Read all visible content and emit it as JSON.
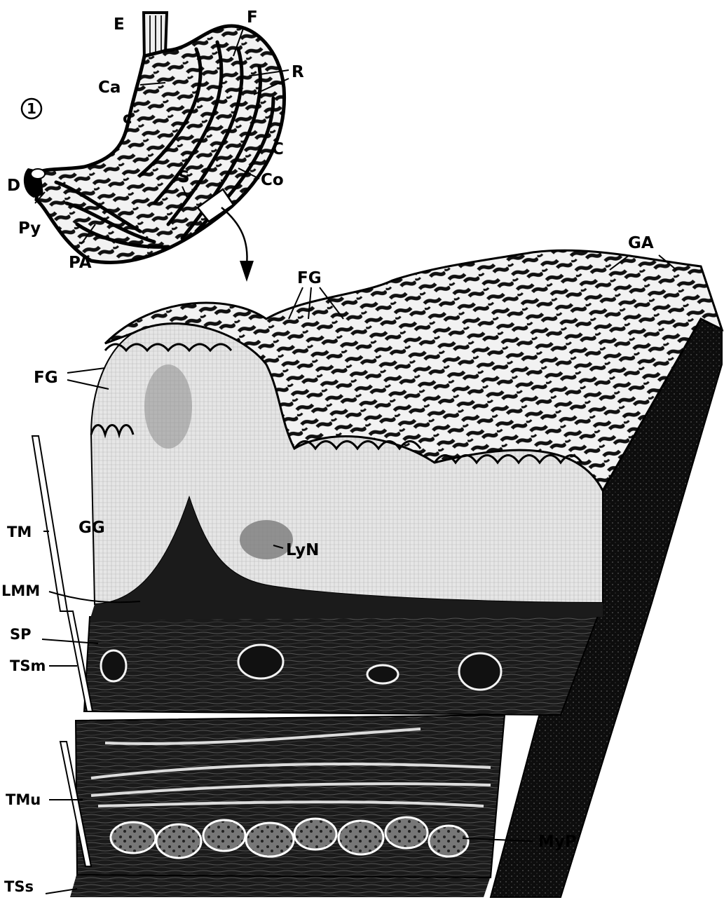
{
  "figure": {
    "figure_number": "1",
    "stomach_labels": {
      "E": "E",
      "F": "F",
      "R": "R",
      "Ca": "Ca",
      "c": "c",
      "C": "C",
      "Co": "Co",
      "S": "S",
      "D": "D",
      "Py": "Py",
      "PA": "PA"
    },
    "section_labels": {
      "GA": "GA",
      "FG_top": "FG",
      "FG_left": "FG",
      "TM": "TM",
      "GG": "GG",
      "LyN": "LyN",
      "LMM": "LMM",
      "SP": "SP",
      "TSm": "TSm",
      "TMu": "TMu",
      "MyP": "MyP",
      "TSs": "TSs"
    }
  }
}
